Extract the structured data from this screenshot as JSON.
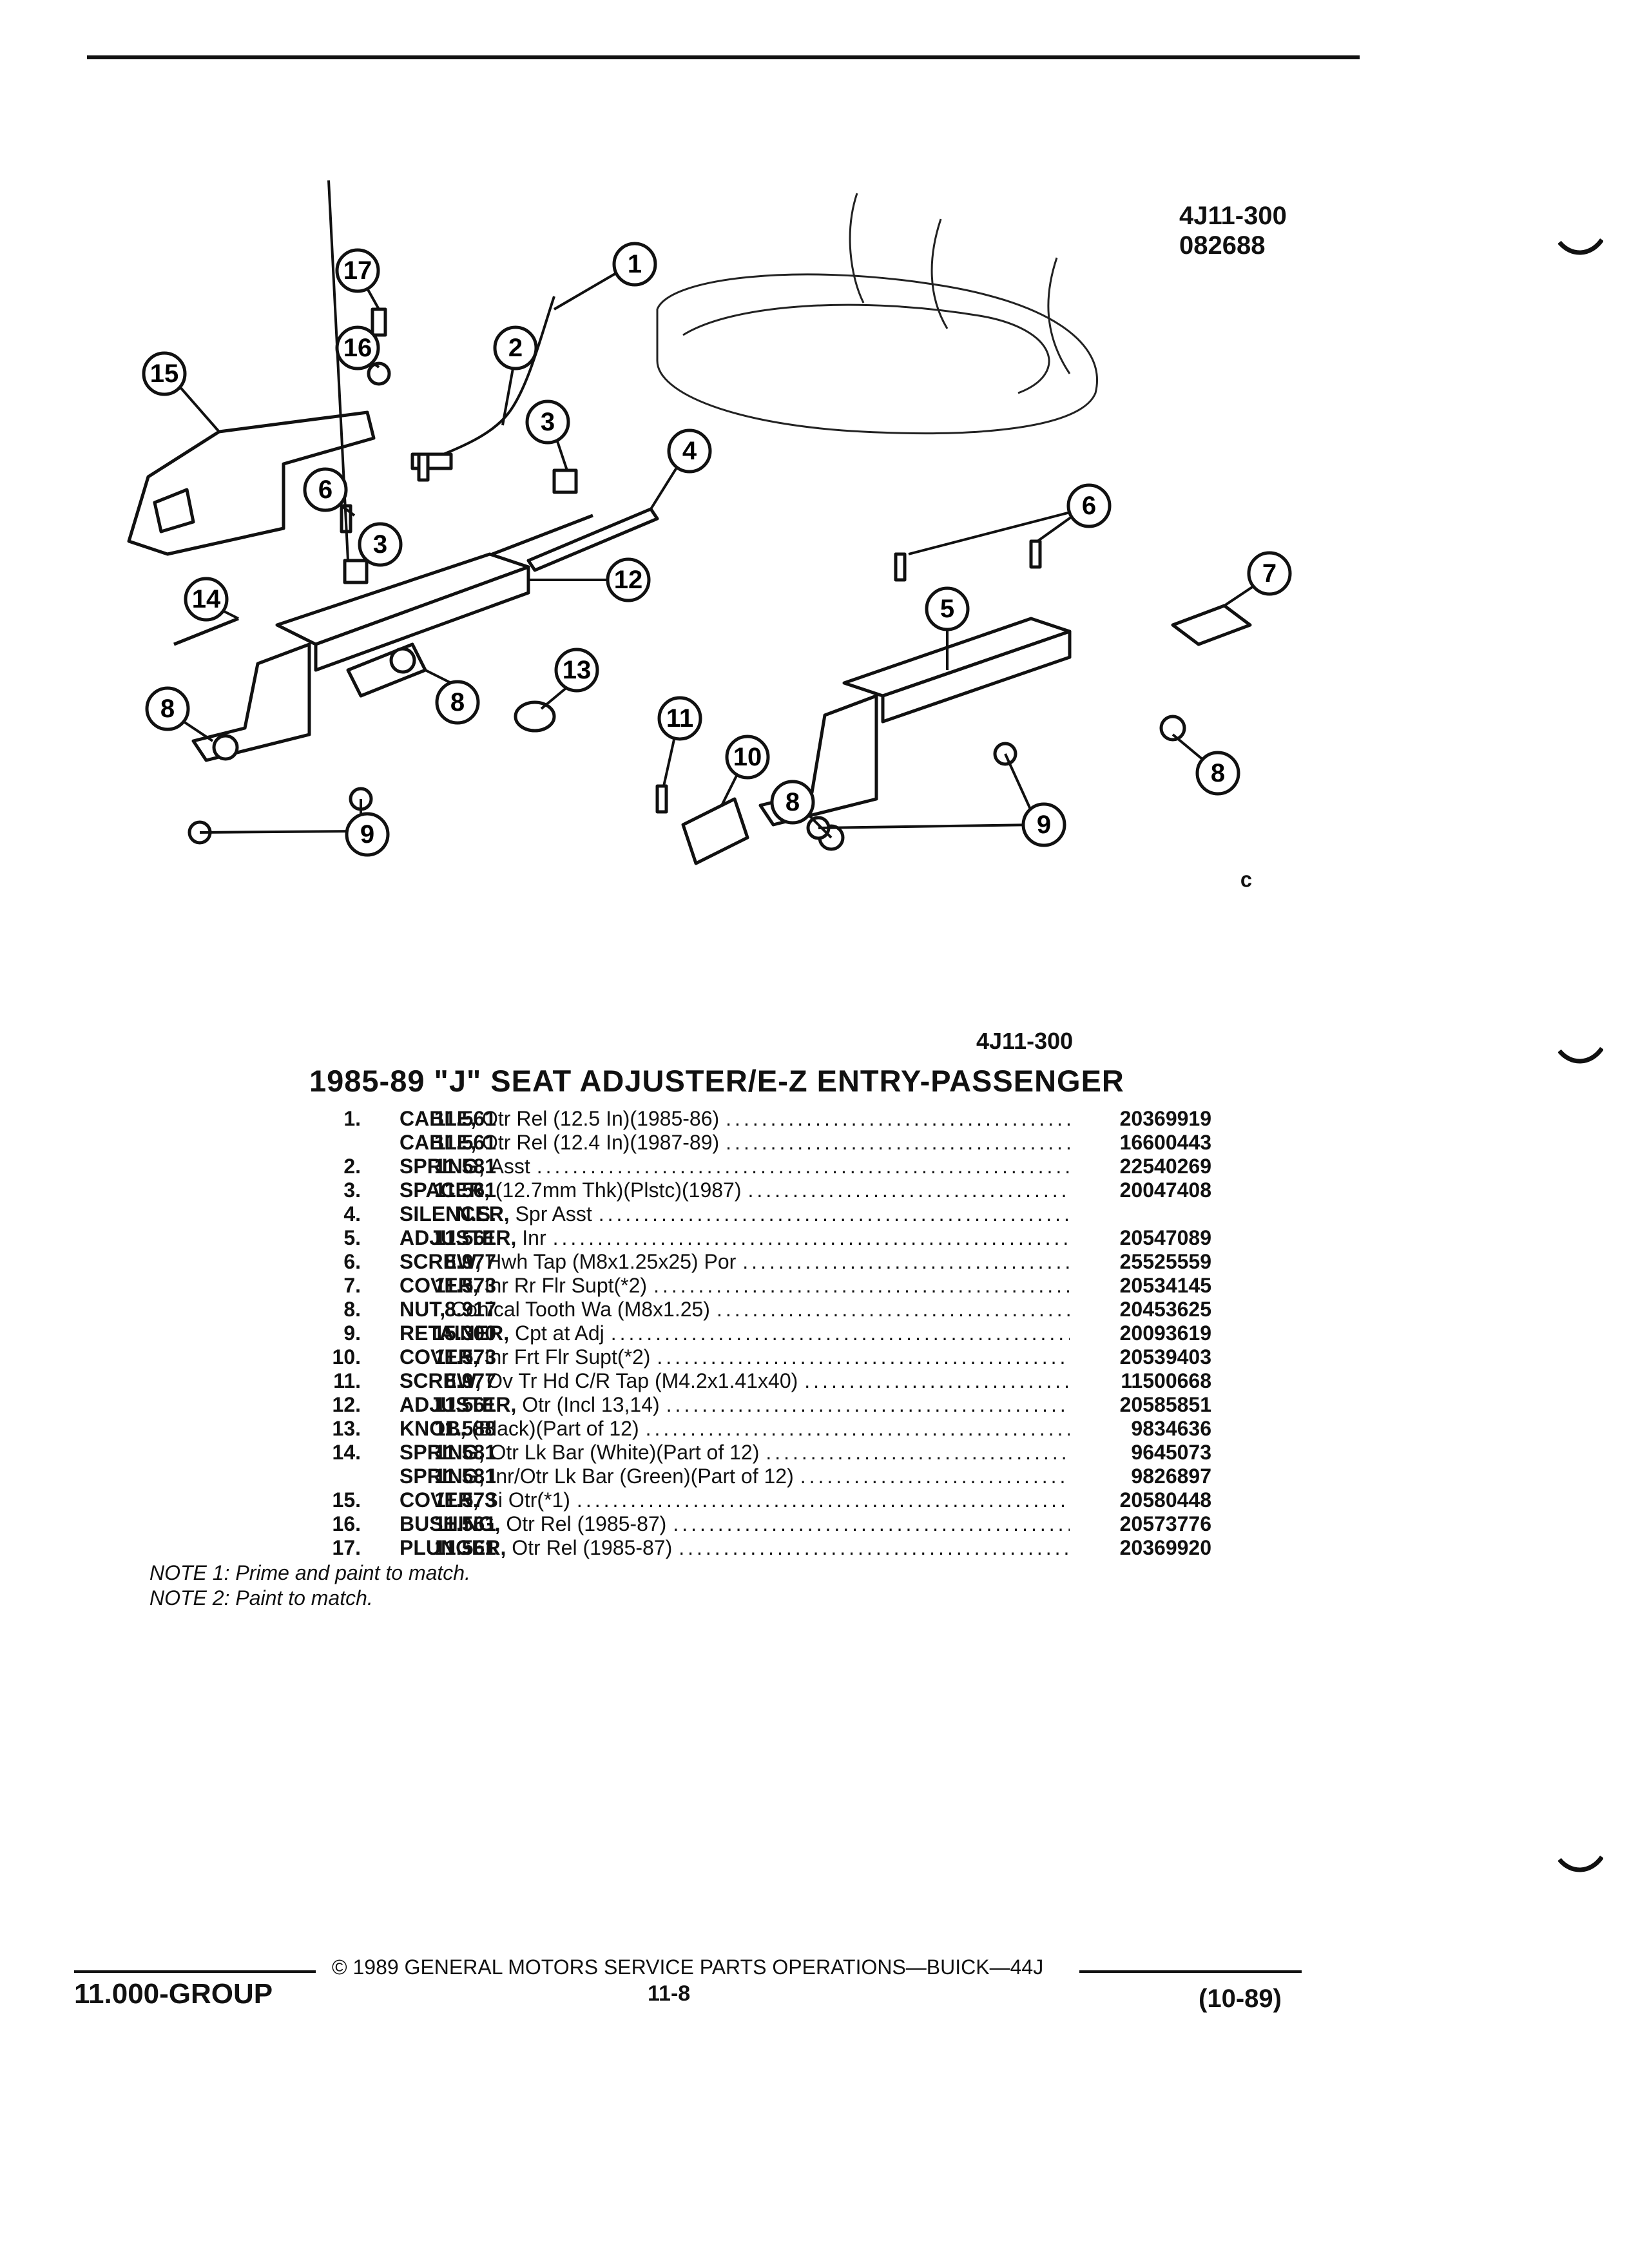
{
  "figure": {
    "code": "4J11-300",
    "number": "082688",
    "callouts": [
      "1",
      "2",
      "3",
      "4",
      "5",
      "6",
      "7",
      "8",
      "9",
      "10",
      "11",
      "12",
      "13",
      "14",
      "15",
      "16",
      "17"
    ]
  },
  "section": {
    "figure_ref": "4J11-300",
    "title": "1985-89 \"J\" SEAT ADJUSTER/E-Z ENTRY-PASSENGER"
  },
  "parts": [
    {
      "num": "1.",
      "group": "11.561",
      "name": "CABLE,",
      "spec": "Otr Rel (12.5 In)(1985-86)",
      "part": "20369919"
    },
    {
      "num": "",
      "group": "11.561",
      "name": "CABLE,",
      "spec": "Otr Rel (12.4 In)(1987-89)",
      "part": "16600443"
    },
    {
      "num": "2.",
      "group": "11.581",
      "name": "SPRING,",
      "spec": "Asst",
      "part": "22540269"
    },
    {
      "num": "3.",
      "group": "11.561",
      "name": "SPACER,",
      "spec": "(12.7mm Thk)(Plstc)(1987)",
      "part": "20047408"
    },
    {
      "num": "4.",
      "group": "N.S.",
      "name": "SILENCER,",
      "spec": "Spr Asst",
      "part": ""
    },
    {
      "num": "5.",
      "group": "11.561",
      "name": "ADJUSTER,",
      "spec": "Inr",
      "part": "20547089"
    },
    {
      "num": "6.",
      "group": "8.977",
      "name": "SCREW,",
      "spec": "Hwh Tap (M8x1.25x25) Por",
      "part": "25525559"
    },
    {
      "num": "7.",
      "group": "11.573",
      "name": "COVER,",
      "spec": "Inr Rr Flr Supt(*2)",
      "part": "20534145"
    },
    {
      "num": "8.",
      "group": "8.917",
      "name": "NUT,",
      "spec": "Conical Tooth Wa (M8x1.25)",
      "part": "20453625"
    },
    {
      "num": "9.",
      "group": "15.300",
      "name": "RETAINER,",
      "spec": "Cpt at Adj",
      "part": "20093619"
    },
    {
      "num": "10.",
      "group": "11.573",
      "name": "COVER,",
      "spec": "Inr Frt Flr Supt(*2)",
      "part": "20539403"
    },
    {
      "num": "11.",
      "group": "8.977",
      "name": "SCREW,",
      "spec": "Ov Tr Hd C/R Tap (M4.2x1.41x40)",
      "part": "11500668"
    },
    {
      "num": "12.",
      "group": "11.561",
      "name": "ADJUSTER,",
      "spec": "Otr (Incl 13,14)",
      "part": "20585851"
    },
    {
      "num": "13.",
      "group": "11.588",
      "name": "KNOB,",
      "spec": "(Black)(Part of 12)",
      "part": "9834636"
    },
    {
      "num": "14.",
      "group": "11.581",
      "name": "SPRING,",
      "spec": "Otr Lk Bar (White)(Part of 12)",
      "part": "9645073"
    },
    {
      "num": "",
      "group": "11.581",
      "name": "SPRING,",
      "spec": "Inr/Otr Lk Bar (Green)(Part of 12)",
      "part": "9826897"
    },
    {
      "num": "15.",
      "group": "11.573",
      "name": "COVER,",
      "spec": "Si Otr(*1)",
      "part": "20580448"
    },
    {
      "num": "16.",
      "group": "11.561",
      "name": "BUSHING,",
      "spec": "Otr Rel (1985-87)",
      "part": "20573776"
    },
    {
      "num": "17.",
      "group": "11.561",
      "name": "PLUNGER,",
      "spec": "Otr Rel (1985-87)",
      "part": "20369920"
    }
  ],
  "notes": [
    "NOTE 1: Prime and paint to match.",
    "NOTE 2: Paint to match."
  ],
  "footer": {
    "copyright": "© 1989 GENERAL MOTORS SERVICE PARTS OPERATIONS—BUICK—44J",
    "group": "11.000-GROUP",
    "page": "11-8",
    "date": "(10-89)"
  }
}
